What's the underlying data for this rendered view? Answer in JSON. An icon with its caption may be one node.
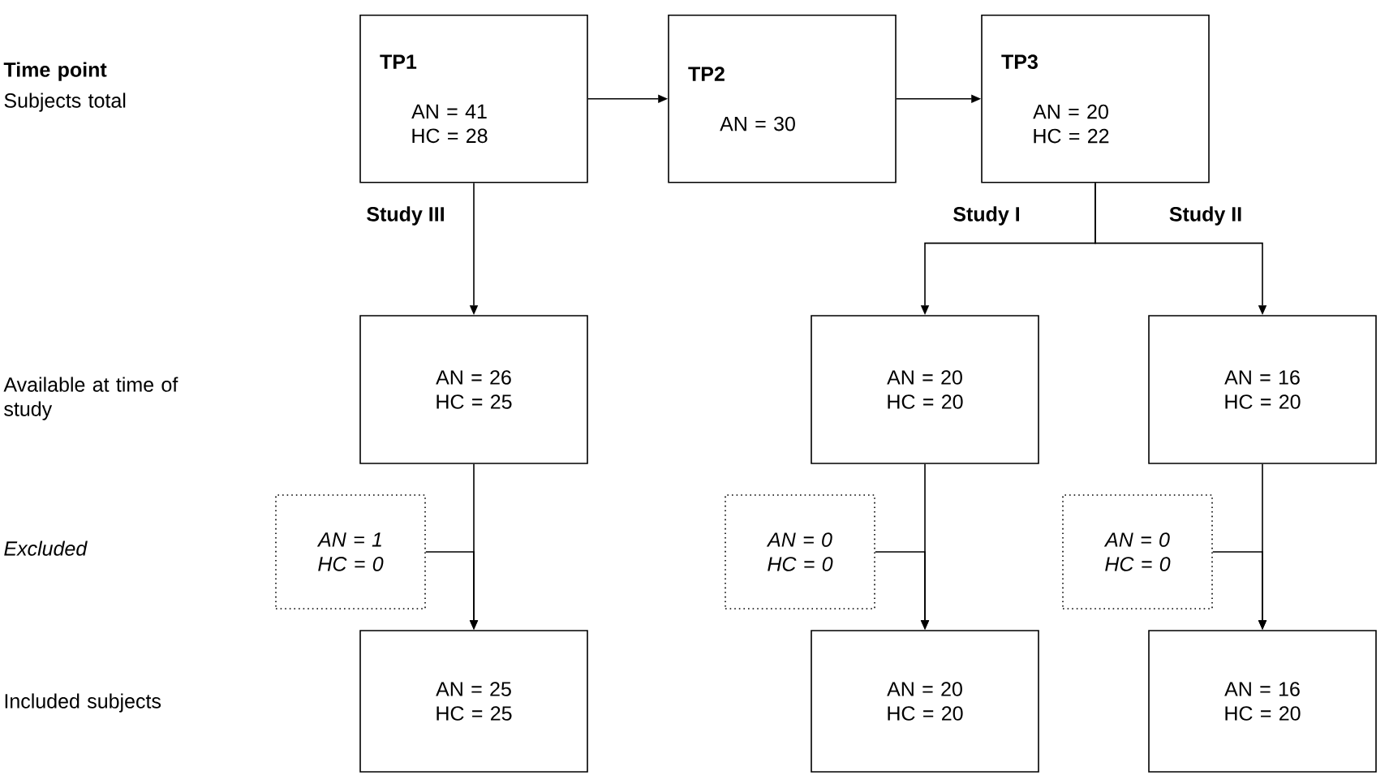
{
  "diagram": {
    "nodes": [
      {
        "text": [
          "TP1",
          "AN = 41 HC = 28"
        ]
      },
      {
        "text": [
          "TP2",
          "AN = 30"
        ]
      },
      {
        "text": [
          "TP3",
          "AN = 20 HC = 22"
        ]
      },
      {
        "text": [
          "AN = 26 HC = 25"
        ]
      },
      {
        "text": [
          "AN = 20 HC = 20"
        ]
      },
      {
        "text": [
          "AN = 16 HC = 20"
        ]
      },
      {
        "text": [
          "AN = 1 HC = 0"
        ]
      },
      {
        "text": [
          "AN = 0 HC = 0"
        ]
      },
      {
        "text": [
          "AN = 0 HC = 0"
        ]
      },
      {
        "text": [
          "AN = 25 HC = 25"
        ]
      },
      {
        "text": [
          "AN = 20 HC = 20"
        ]
      },
      {
        "text": [
          "AN = 16 HC = 20"
        ]
      }
    ],
    "edges": [
      {
        "from": 0,
        "to": 1,
        "arrow": "to"
      },
      {
        "from": 1,
        "to": 2,
        "arrow": "to"
      },
      {
        "from": 0,
        "to": 3,
        "arrow": "to",
        "label": "Study III"
      },
      {
        "from": 2,
        "to": 4,
        "arrow": "to",
        "label": "Study I"
      },
      {
        "from": 2,
        "to": 5,
        "arrow": "to",
        "label": "Study II"
      },
      {
        "from": 3,
        "to": 9,
        "arrow": "to"
      },
      {
        "from": 6,
        "to": 9,
        "arrow": "to"
      },
      {
        "from": 4,
        "to": 10,
        "arrow": "to"
      },
      {
        "from": 7,
        "to": 10,
        "arrow": "to"
      },
      {
        "from": 5,
        "to": 11,
        "arrow": "to"
      },
      {
        "from": 8,
        "to": 11,
        "arrow": "to"
      }
    ],
    "labels": [
      "Time point",
      "Subjects total",
      "Available at time of study",
      "Excluded",
      "Included subjects"
    ]
  }
}
